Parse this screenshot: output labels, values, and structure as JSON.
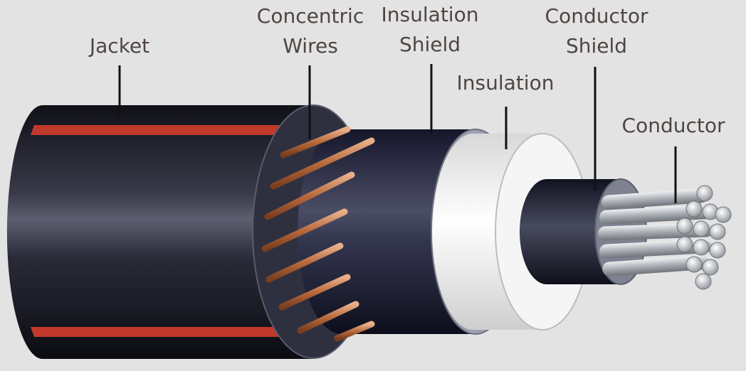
{
  "title": "",
  "labels": {
    "jacket": "Jacket",
    "concentric_wires": [
      "Concentric",
      "Wires"
    ],
    "insulation_shield": [
      "Insulation",
      "Shield"
    ],
    "insulation": "Insulation",
    "conductor_shield": [
      "Conductor",
      "Shield"
    ],
    "conductor": "Conductor"
  },
  "colors": {
    "background": "#e3e3e3",
    "label_text": "#4f4542",
    "jacket": "#1b1c26",
    "jacket_stripe": "#c0392b",
    "copper": "#c07a4e",
    "insulation_shield": "#23253a",
    "insulation": "#f2f2f2",
    "conductor_shield": "#1c1d2c",
    "conductor": "#b9bec3"
  }
}
